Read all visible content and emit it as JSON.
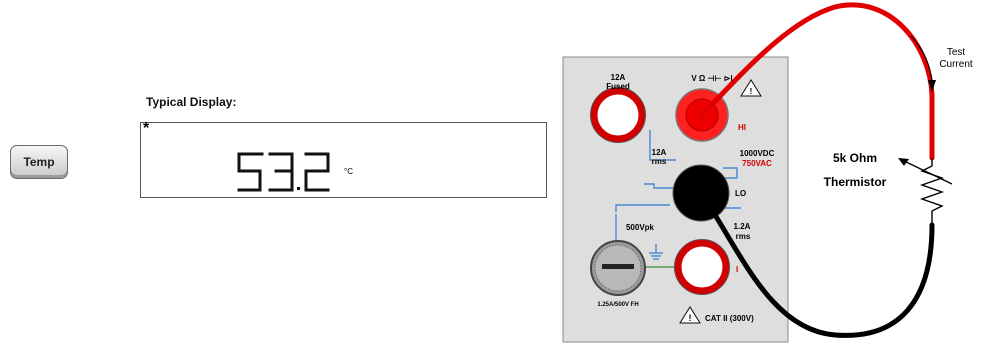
{
  "key": {
    "label": "Temp"
  },
  "display": {
    "caption": "Typical Display:",
    "annunciator": "*",
    "reading": "53.2",
    "digits": [
      "5",
      "3",
      "2"
    ],
    "unit": "°C"
  },
  "panel": {
    "fused_current": "12A\nFused",
    "fused_line1": "12A",
    "fused_line2": "Fused",
    "function_symbols": "V Ω ⊣⊢ ⊳|",
    "hi_label": "HI",
    "lo_label": "LO",
    "i_label": "I",
    "rms12_line1": "12A",
    "rms12_line2": "rms",
    "rating_dc": "1000VDC",
    "rating_ac": "750VAC",
    "vpk": "500Vpk",
    "rms1_line1": "1.2A",
    "rms1_line2": "rms",
    "fuse_rating": "1.25A/500V FH",
    "cat_rating": "CAT II (300V)"
  },
  "annotations": {
    "test_current_line1": "Test",
    "test_current_line2": "Current",
    "thermistor_line1": "5k Ohm",
    "thermistor_line2": "Thermistor"
  },
  "colors": {
    "hi_terminal": "#ff0000",
    "lead_red": "#e00000",
    "lead_black": "#000000",
    "blue_trace": "#2a7ad0",
    "label_red": "#d40000"
  }
}
